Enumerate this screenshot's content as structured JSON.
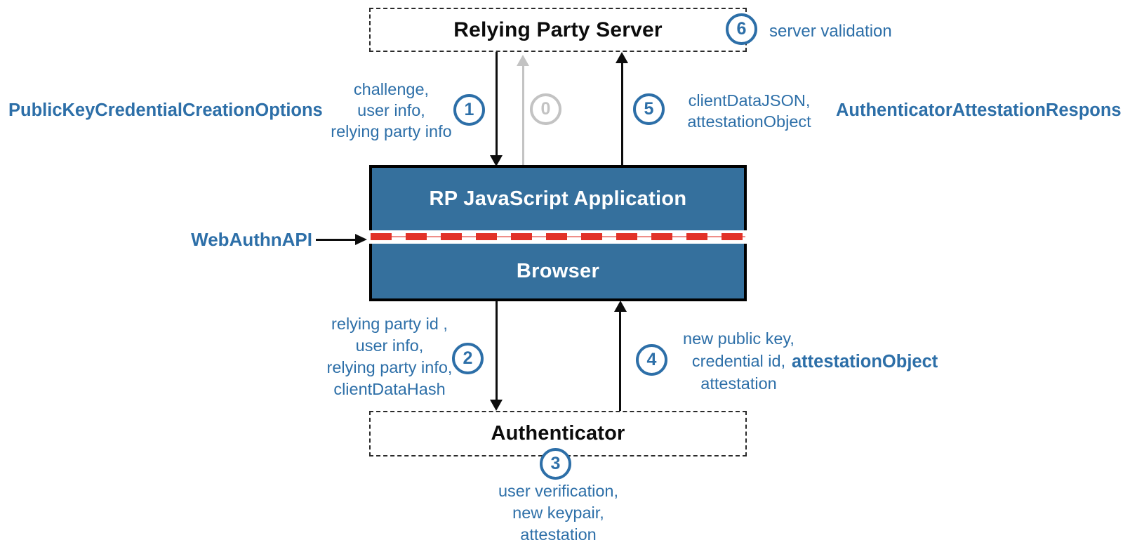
{
  "colors": {
    "accent_blue": "#2d6fa8",
    "box_fill_blue": "#35709d",
    "inactive_gray": "#c3c3c3",
    "api_red": "#e23228",
    "ink": "#0d0d0d"
  },
  "boxes": {
    "relying_party_server": "Relying Party Server",
    "rp_js_application": "RP JavaScript Application",
    "browser": "Browser",
    "authenticator": "Authenticator"
  },
  "webauthn_api_label": "WebAuthnAPI",
  "steps": {
    "s0": {
      "num": "0",
      "text": ""
    },
    "s1": {
      "num": "1",
      "text": "challenge,\nuser info,\nrelying party info"
    },
    "s2": {
      "num": "2",
      "text": "relying party id ,\nuser info,\nrelying party info,\nclientDataHash"
    },
    "s3": {
      "num": "3",
      "text": "user verification,\nnew keypair,\nattestation"
    },
    "s4": {
      "num": "4",
      "text": "new public key,\ncredential id,\nattestation"
    },
    "s5": {
      "num": "5",
      "text": "clientDataJSON,\nattestationObject"
    },
    "s6": {
      "num": "6",
      "text": "server validation"
    }
  },
  "api_labels": {
    "creation_options": "PublicKeyCredentialCreationOptions",
    "attestation_response": "AuthenticatorAttestationRespons",
    "attestation_object": "attestationObject"
  }
}
